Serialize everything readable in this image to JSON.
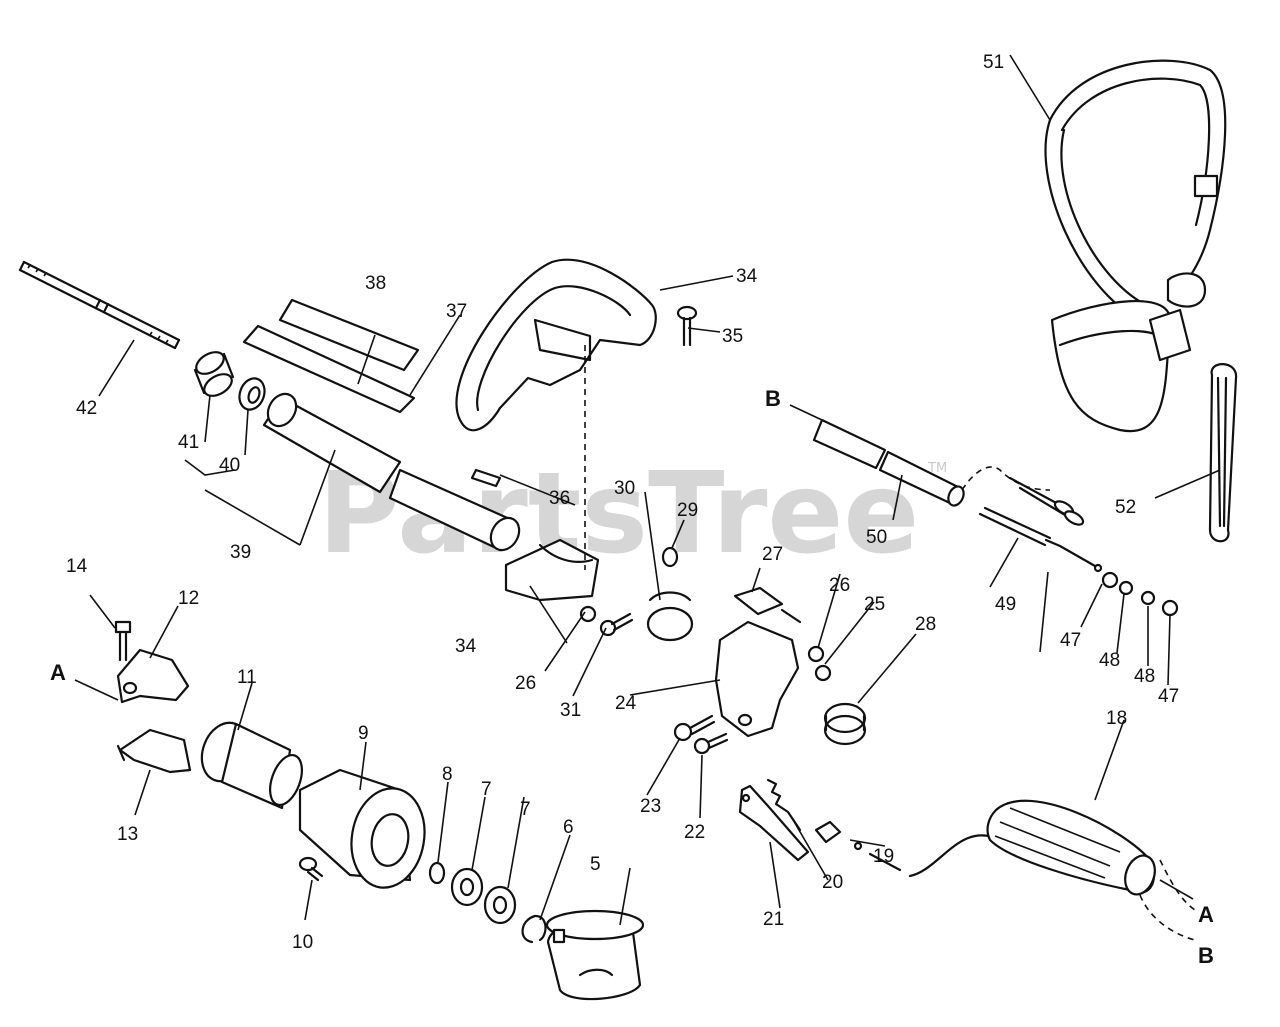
{
  "watermark": {
    "text": "PartsTree",
    "trademark": "TM"
  },
  "callouts": {
    "p5": "5",
    "p6": "6",
    "p7a": "7",
    "p7b": "7",
    "p8": "8",
    "p9": "9",
    "p10": "10",
    "p11": "11",
    "p12": "12",
    "p13": "13",
    "p14": "14",
    "p18": "18",
    "p19": "19",
    "p20": "20",
    "p21": "21",
    "p22": "22",
    "p23": "23",
    "p24": "24",
    "p25": "25",
    "p26a": "26",
    "p26b": "26",
    "p27": "27",
    "p28": "28",
    "p29": "29",
    "p30": "30",
    "p31": "31",
    "p34a": "34",
    "p34b": "34",
    "p35": "35",
    "p36": "36",
    "p37": "37",
    "p38": "38",
    "p39": "39",
    "p40": "40",
    "p41": "41",
    "p42": "42",
    "p47a": "47",
    "p47b": "47",
    "p48a": "48",
    "p48b": "48",
    "p49": "49",
    "p50": "50",
    "p51": "51",
    "p52": "52"
  },
  "refs": {
    "a_left": "A",
    "a_right": "A",
    "b_top": "B",
    "b_right": "B"
  }
}
